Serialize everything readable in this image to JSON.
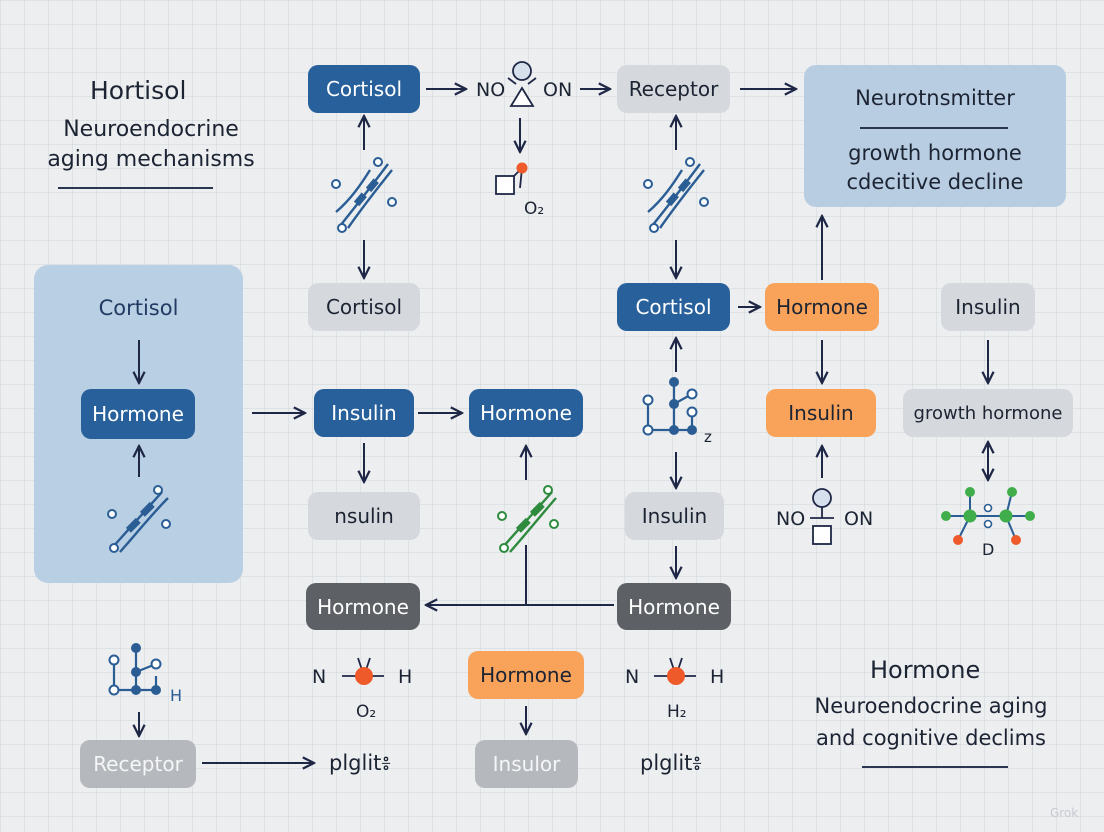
{
  "top_left": {
    "title": "Hortisol",
    "subtitle_line1": "Neuroendocrine",
    "subtitle_line2": "aging mechanisms"
  },
  "bottom_right": {
    "title": "Hormone",
    "subtitle_line1": "Neuroendocrine aging",
    "subtitle_line2": "and cognitive declims"
  },
  "top_right_panel": {
    "title": "Neurotnsmitter",
    "line1": "growth hormone",
    "line2": "cdecitive decline"
  },
  "left_panel": {
    "label": "Cortisol",
    "node": "Hormone"
  },
  "nodes": {
    "cortisol_top": "Cortisol",
    "receptor_top": "Receptor",
    "cortisol_mid": "Cortisol",
    "cortisol_center": "Cortisol",
    "hormone_orange_1": "Hormone",
    "insulin_right_top": "Insulin",
    "insulin_blue": "Insulin",
    "hormone_blue_2": "Hormone",
    "insulin_orange": "Insulin",
    "growth_hormone": "growth hormone",
    "nsulin_light": "nsulin",
    "insulin_light_center": "Insulin",
    "hormone_dark_left": "Hormone",
    "hormone_dark_right": "Hormone",
    "hormone_orange_bottom": "Hormone",
    "receptor_bottom": "Receptor",
    "insulor_bottom": "Insulor"
  },
  "molecule_labels": {
    "no_left_top": "NO",
    "on_right_top": "ON",
    "o2_top": "O₂",
    "z_center": "z",
    "no_left_mid": "NO",
    "on_right_mid": "ON",
    "d_right": "D",
    "h_left": "H",
    "n_left": "N",
    "h_left2": "H",
    "o2_bottom": "O₂",
    "n_right": "N",
    "h_right": "H",
    "h2_bottom": "H₂",
    "plglit_left": "plglit៖",
    "plglit_right": "plglit៖"
  },
  "watermark": "Grok",
  "colors": {
    "node_blue": "#27609a",
    "node_orange": "#f9a25a",
    "node_dark": "#5d6166",
    "node_light": "#d5d8dc",
    "panel_blue": "#b9cfe4",
    "atom_orange": "#ef5a2b",
    "atom_green": "#3fae4a",
    "helix_blue": "#2a5d94",
    "helix_green": "#2e8b3e"
  }
}
